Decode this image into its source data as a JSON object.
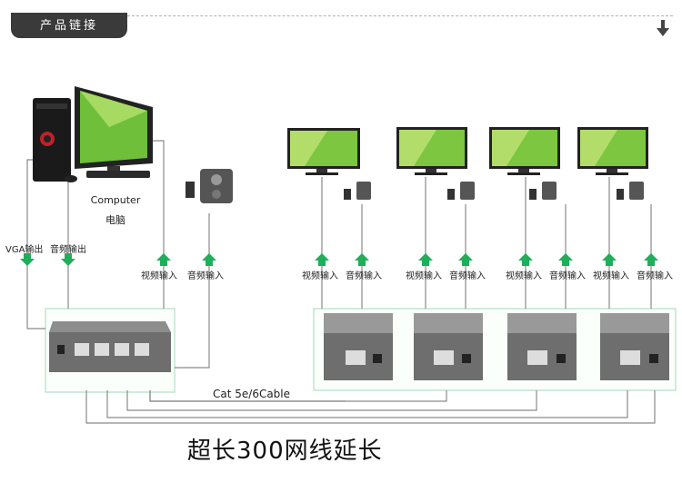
{
  "header": {
    "title": "产品链接"
  },
  "computer": {
    "name_en": "Computer",
    "name_cn": "电脑"
  },
  "source_ports": {
    "vga_out": "VGA输出",
    "audio_out": "音频输出"
  },
  "inputs": {
    "video_in": "视频输入",
    "audio_in": "音频输入"
  },
  "cable": {
    "label": "Cat 5e/6Cable"
  },
  "footer": {
    "text": "超长300网线延长"
  },
  "colors": {
    "arrow_green": "#1fae5a",
    "area_border": "#bfe5cf",
    "tab_bg": "#3a3a3a"
  }
}
